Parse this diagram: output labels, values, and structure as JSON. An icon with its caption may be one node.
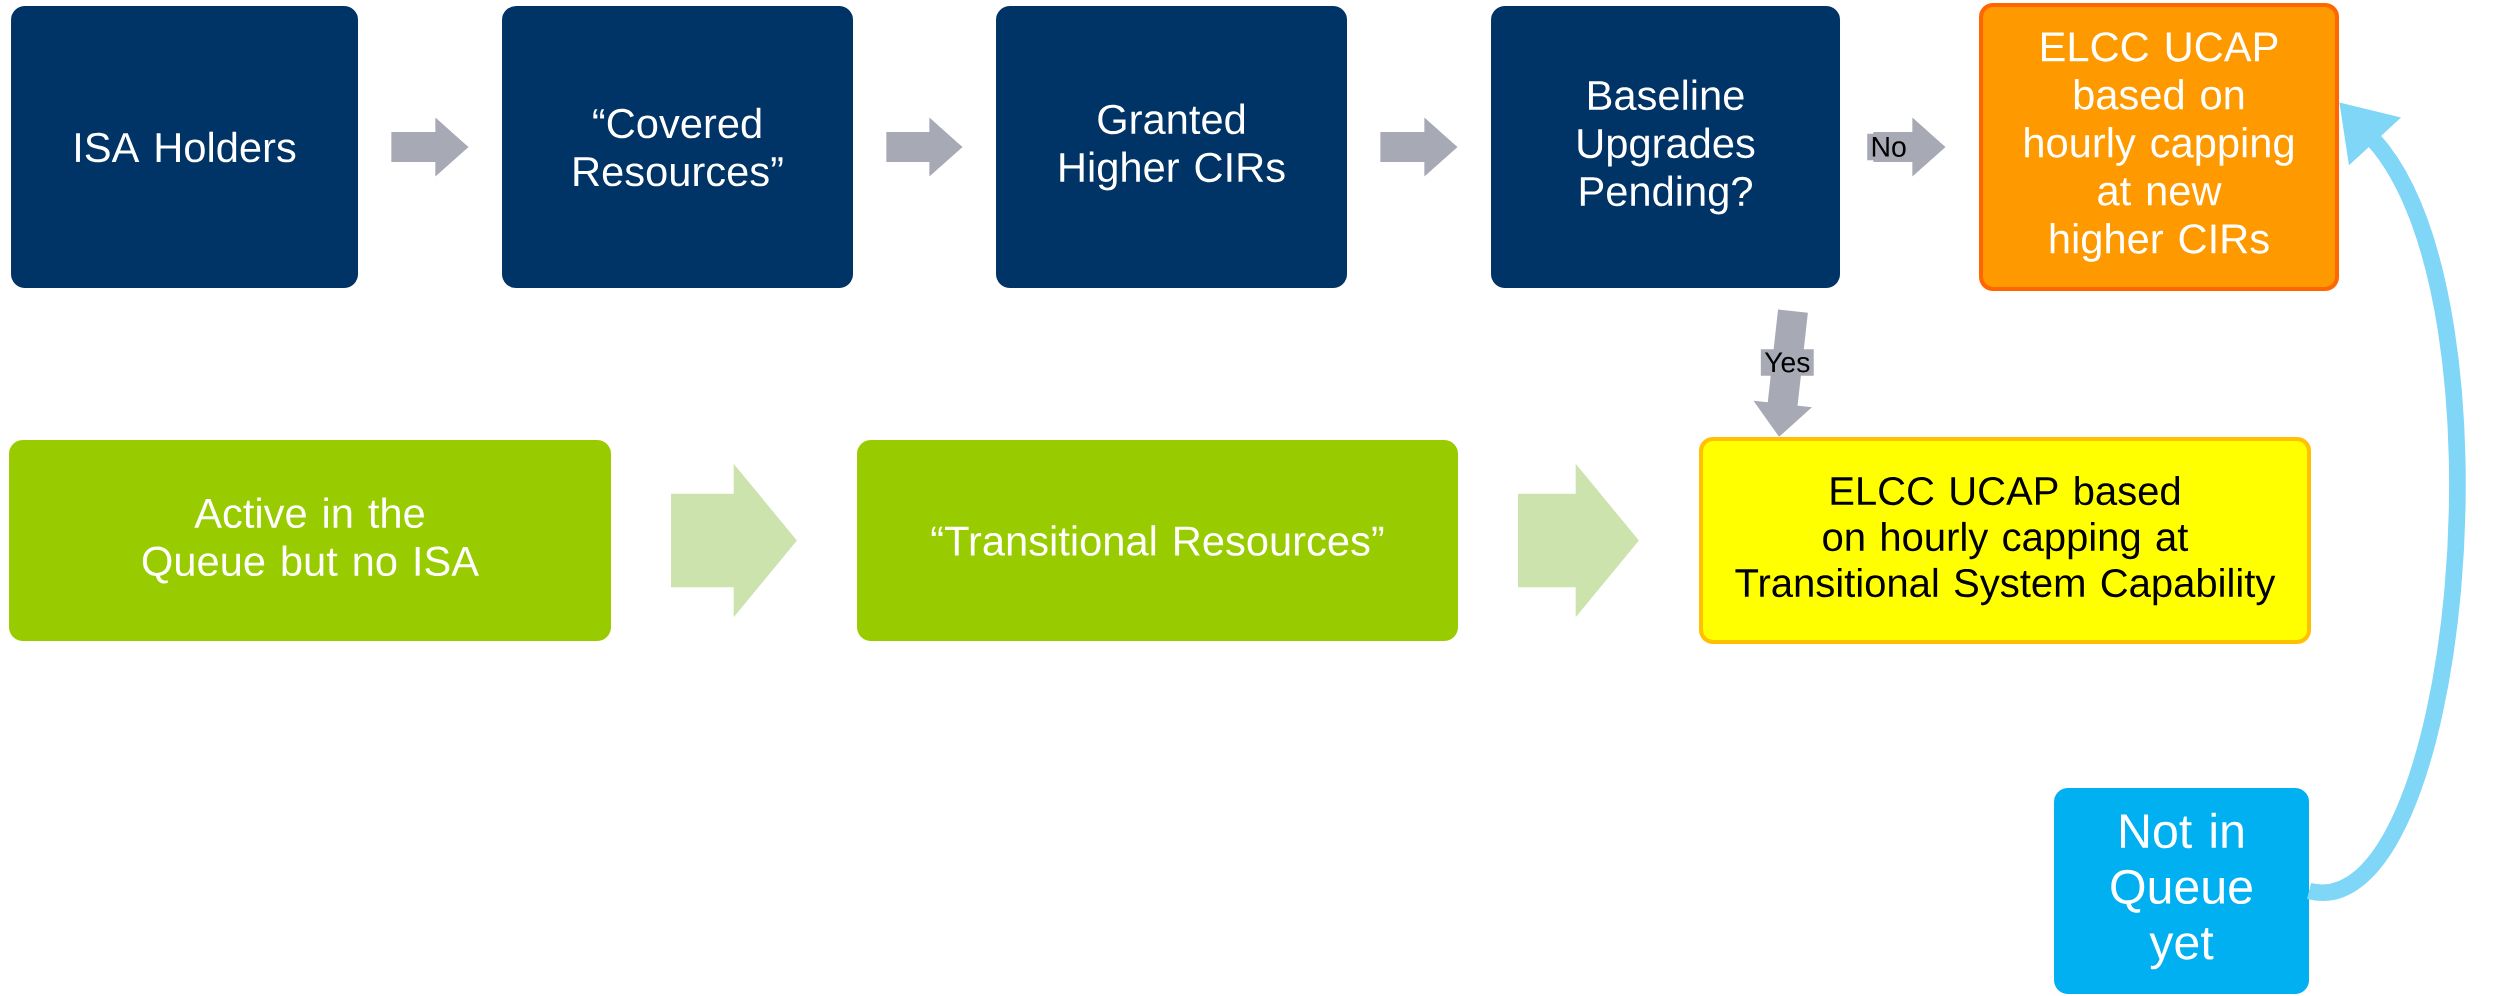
{
  "diagram": {
    "nodes": [
      {
        "text": [
          "ISA Holders"
        ]
      },
      {
        "text": [
          "“Covered Resources”"
        ]
      },
      {
        "text": [
          "Granted Higher CIRs"
        ]
      },
      {
        "text": [
          "Baseline Upgrades Pending?"
        ]
      },
      {
        "text": [
          "ELCC UCAP based on hourly capping at new higher CIRs"
        ]
      },
      {
        "text": [
          "Active in the Queue but no ISA"
        ]
      },
      {
        "text": [
          "“Transitional Resources”"
        ]
      },
      {
        "text": [
          "ELCC UCAP based on hourly capping at Transitional System Capability"
        ]
      },
      {
        "text": [
          "Not in Queue yet"
        ]
      }
    ],
    "edges": [
      {
        "from": 0,
        "to": 1,
        "arrow": "to"
      },
      {
        "from": 1,
        "to": 2,
        "arrow": "to"
      },
      {
        "from": 2,
        "to": 3,
        "arrow": "to"
      },
      {
        "from": 3,
        "to": 4,
        "arrow": "to",
        "label": "No"
      },
      {
        "from": 3,
        "to": 7,
        "arrow": "to",
        "label": "Yes"
      },
      {
        "from": 5,
        "to": 6,
        "arrow": "to",
        "style": "thick",
        "color": "#cde3ae"
      },
      {
        "from": 6,
        "to": 7,
        "arrow": "to",
        "style": "thick",
        "color": "#cde3ae"
      },
      {
        "from": 8,
        "to": 4,
        "arrow": "to",
        "color": "#7fd6f7"
      }
    ]
  }
}
